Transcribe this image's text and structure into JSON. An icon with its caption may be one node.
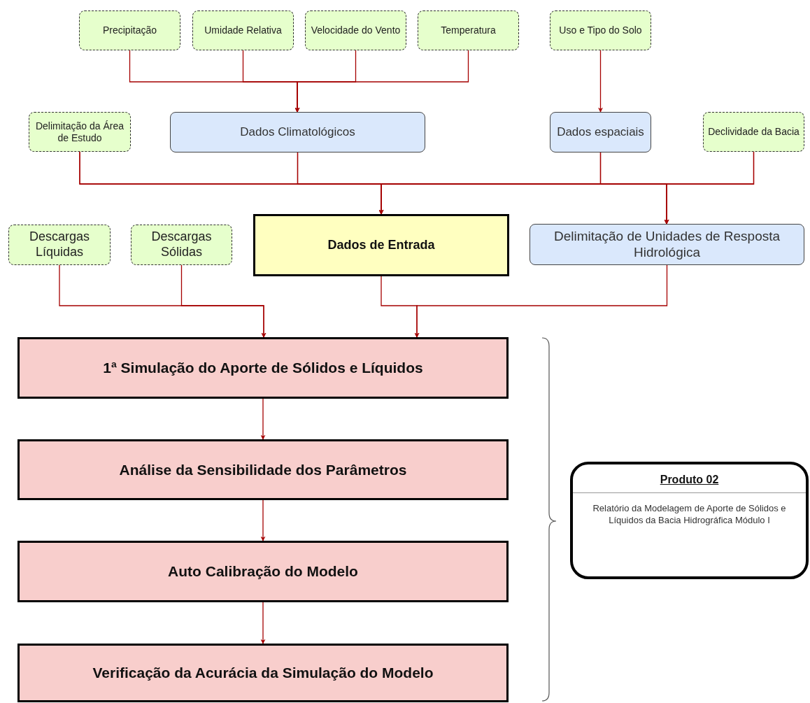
{
  "diagram": {
    "nodes": [
      {
        "text": [
          "Precipitação"
        ]
      },
      {
        "text": [
          "Umidade Relativa"
        ]
      },
      {
        "text": [
          "Velocidade do Vento"
        ]
      },
      {
        "text": [
          "Temperatura"
        ]
      },
      {
        "text": [
          "Uso e Tipo do Solo"
        ]
      },
      {
        "text": [
          "Delimitação da Área de Estudo"
        ]
      },
      {
        "text": [
          "Dados Climatológicos"
        ]
      },
      {
        "text": [
          "Dados espaciais"
        ]
      },
      {
        "text": [
          "Declividade da Bacia"
        ]
      },
      {
        "text": [
          "Descargas Líquidas"
        ]
      },
      {
        "text": [
          "Descargas Sólidas"
        ]
      },
      {
        "text": [
          "Dados de Entrada"
        ]
      },
      {
        "text": [
          "Delimitação de Unidades de Resposta Hidrológica"
        ]
      },
      {
        "text": [
          "1ª Simulação do Aporte de Sólidos e Líquidos"
        ]
      },
      {
        "text": [
          "Análise da Sensibilidade dos Parâmetros"
        ]
      },
      {
        "text": [
          "Auto Calibração do Modelo"
        ]
      },
      {
        "text": [
          "Verificação da Acurácia da Simulação do Modelo"
        ]
      },
      {
        "text": [
          "Produto 02",
          "Relatório da Modelagem de Aporte de Sólidos e Líquidos da Bacia Hidrográfica Módulo I"
        ]
      }
    ],
    "edges": [
      {
        "from": 0,
        "to": 6,
        "arrow": "to"
      },
      {
        "from": 1,
        "to": 6,
        "arrow": "to"
      },
      {
        "from": 2,
        "to": 6,
        "arrow": "to"
      },
      {
        "from": 3,
        "to": 6,
        "arrow": "to"
      },
      {
        "from": 4,
        "to": 7,
        "arrow": "to"
      },
      {
        "from": 5,
        "to": 11,
        "arrow": "to"
      },
      {
        "from": 6,
        "to": 11,
        "arrow": "to"
      },
      {
        "from": 7,
        "to": 11,
        "arrow": "to"
      },
      {
        "from": 8,
        "to": 11,
        "arrow": "to"
      },
      {
        "from": 5,
        "to": 12,
        "arrow": "to"
      },
      {
        "from": 6,
        "to": 12,
        "arrow": "to"
      },
      {
        "from": 7,
        "to": 12,
        "arrow": "to"
      },
      {
        "from": 8,
        "to": 12,
        "arrow": "to"
      },
      {
        "from": 9,
        "to": 13,
        "arrow": "to"
      },
      {
        "from": 10,
        "to": 13,
        "arrow": "to"
      },
      {
        "from": 11,
        "to": 13,
        "arrow": "to"
      },
      {
        "from": 12,
        "to": 13,
        "arrow": "to"
      },
      {
        "from": 13,
        "to": 14,
        "arrow": "to"
      },
      {
        "from": 14,
        "to": 15,
        "arrow": "to"
      },
      {
        "from": 15,
        "to": 16,
        "arrow": "to"
      }
    ]
  }
}
